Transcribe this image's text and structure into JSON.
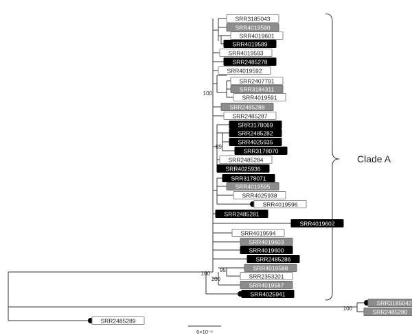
{
  "tree": {
    "leaves": [
      {
        "id": "SRR3185043",
        "style": "white"
      },
      {
        "id": "SRR4019590",
        "style": "gray"
      },
      {
        "id": "SRR4019601",
        "style": "white"
      },
      {
        "id": "SRR4019589",
        "style": "black"
      },
      {
        "id": "SRR4019593",
        "style": "white"
      },
      {
        "id": "SRR2485278",
        "style": "black"
      },
      {
        "id": "SRR4019592",
        "style": "white"
      },
      {
        "id": "SRR2407791",
        "style": "white"
      },
      {
        "id": "SRR3184311",
        "style": "gray"
      },
      {
        "id": "SRR4019591",
        "style": "white"
      },
      {
        "id": "SRR2485288",
        "style": "gray"
      },
      {
        "id": "SRR2485287",
        "style": "white"
      },
      {
        "id": "SRR3178069",
        "style": "black"
      },
      {
        "id": "SRR2485282",
        "style": "black"
      },
      {
        "id": "SRR4025935",
        "style": "black"
      },
      {
        "id": "SRR3178070",
        "style": "black"
      },
      {
        "id": "SRR2485284",
        "style": "white"
      },
      {
        "id": "SRR4025936",
        "style": "black"
      },
      {
        "id": "SRR3178071",
        "style": "black"
      },
      {
        "id": "SRR4019595",
        "style": "gray"
      },
      {
        "id": "SRR4025938",
        "style": "white"
      },
      {
        "id": "SRR4019596",
        "style": "dot"
      },
      {
        "id": "SRR2485281",
        "style": "black"
      },
      {
        "id": "SRR4019602",
        "style": "black"
      },
      {
        "id": "SRR4019594",
        "style": "white"
      },
      {
        "id": "SRR4019603",
        "style": "gray"
      },
      {
        "id": "SRR4019600",
        "style": "black"
      },
      {
        "id": "SRR2485286",
        "style": "black"
      },
      {
        "id": "SRR4019588",
        "style": "gray"
      },
      {
        "id": "SRR2353201",
        "style": "white"
      },
      {
        "id": "SRR4019587",
        "style": "gray"
      },
      {
        "id": "SRR4025941",
        "style": "black-dot"
      },
      {
        "id": "SRR3185042",
        "style": "gray-dot"
      },
      {
        "id": "SRR2485280",
        "style": "gray"
      },
      {
        "id": "SRR2485289",
        "style": "white-dot"
      }
    ],
    "bootstrap": [
      "100",
      "89",
      "100",
      "95",
      "100",
      "100"
    ],
    "clade_label": "Clade A",
    "scale_label": "6×10⁻⁶",
    "colors": {
      "black_fill": "#000000",
      "gray_fill": "#8c8c8c",
      "white_fill": "#ffffff",
      "border": "#8a8a8a",
      "line": "#333333"
    }
  }
}
